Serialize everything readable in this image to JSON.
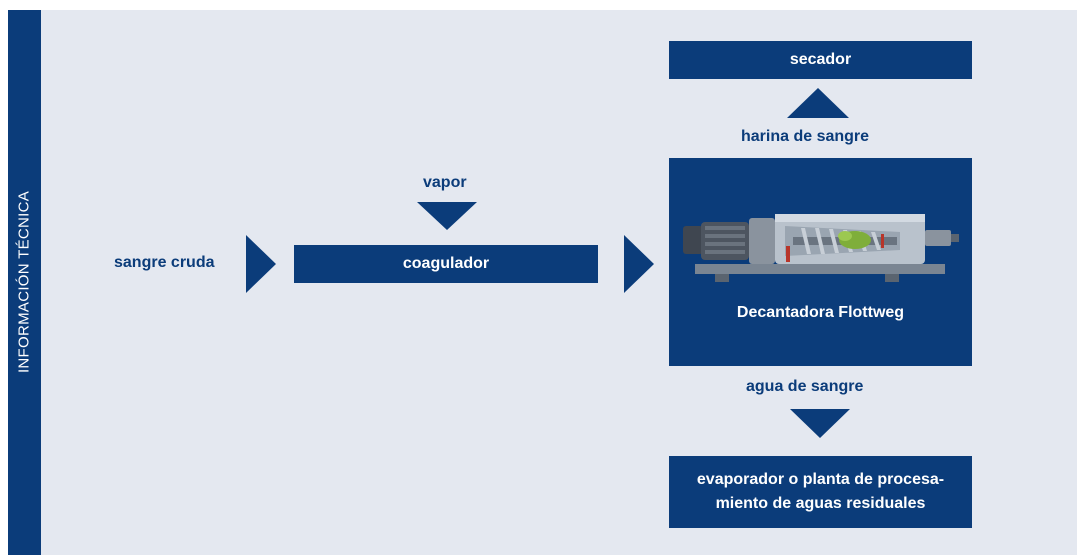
{
  "side_label": "INFORMACIÓN TÉCNICA",
  "inputs": {
    "raw_blood": "sangre cruda",
    "steam": "vapor"
  },
  "boxes": {
    "coagulator": "coagulador",
    "dryer": "secador",
    "decanter": "Decantadora Flottweg",
    "evaporator_line1": "evaporador o planta de procesa-",
    "evaporator_line2": "miento de aguas residuales"
  },
  "outputs": {
    "blood_meal": "harina de sangre",
    "blood_water": "agua de sangre"
  },
  "colors": {
    "primary": "#0b3c7a",
    "panel_background": "#e4e8f0"
  },
  "icons": {
    "decanter_machine": "decanter-centrifuge-illustration"
  }
}
